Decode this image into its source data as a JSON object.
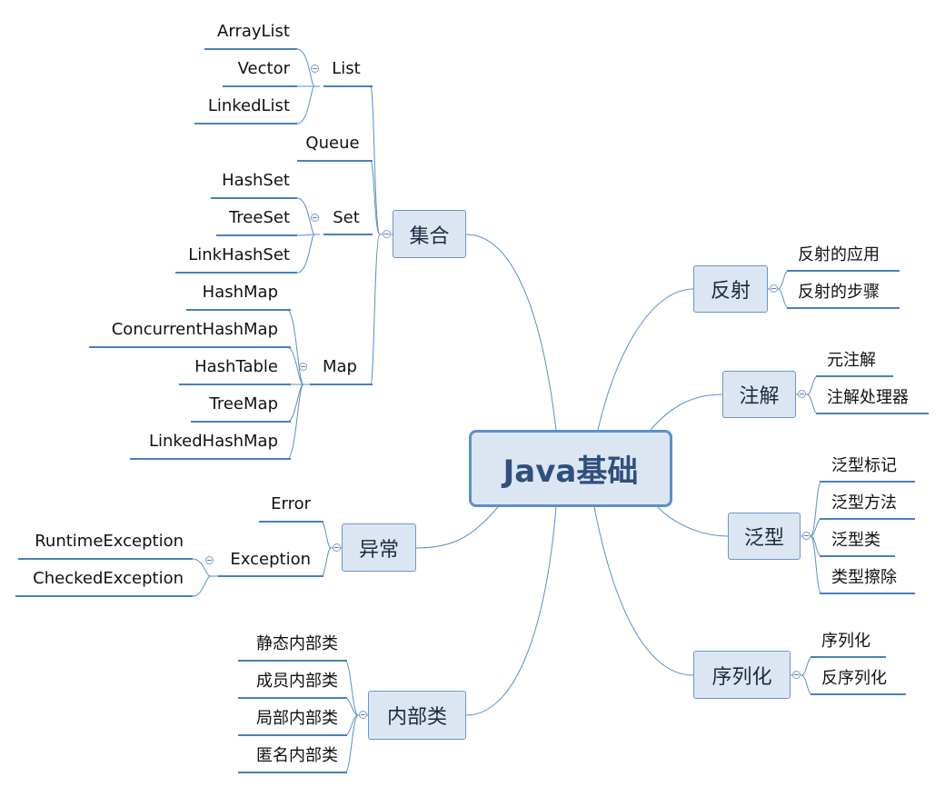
{
  "root": "Java基础",
  "branches": {
    "collection": {
      "label": "集合",
      "list": {
        "label": "List",
        "items": [
          "ArrayList",
          "Vector",
          "LinkedList"
        ]
      },
      "queue": "Queue",
      "set": {
        "label": "Set",
        "items": [
          "HashSet",
          "TreeSet",
          "LinkHashSet"
        ]
      },
      "map": {
        "label": "Map",
        "items": [
          "HashMap",
          "ConcurrentHashMap",
          "HashTable",
          "TreeMap",
          "LinkedHashMap"
        ]
      }
    },
    "exception": {
      "label": "异常",
      "error": "Error",
      "exception": {
        "label": "Exception",
        "items": [
          "RuntimeException",
          "CheckedException"
        ]
      }
    },
    "inner_class": {
      "label": "内部类",
      "items": [
        "静态内部类",
        "成员内部类",
        "局部内部类",
        "匿名内部类"
      ]
    },
    "reflection": {
      "label": "反射",
      "items": [
        "反射的应用",
        "反射的步骤"
      ]
    },
    "annotation": {
      "label": "注解",
      "items": [
        "元注解",
        "注解处理器"
      ]
    },
    "generics": {
      "label": "泛型",
      "items": [
        "泛型标记",
        "泛型方法",
        "泛型类",
        "类型擦除"
      ]
    },
    "serialization": {
      "label": "序列化",
      "items": [
        "序列化",
        "反序列化"
      ]
    }
  }
}
